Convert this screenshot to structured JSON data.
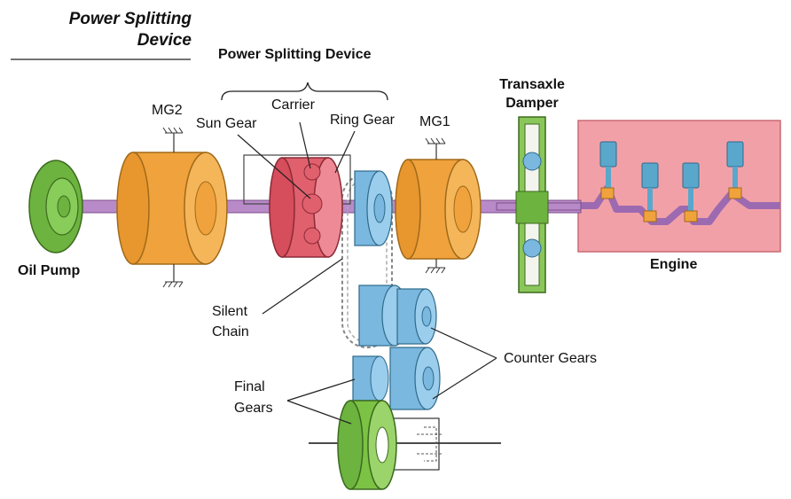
{
  "header": {
    "line1": "Power Splitting",
    "line2": "Device"
  },
  "labels": {
    "top_title": "Power Splitting Device",
    "mg2": "MG2",
    "sun_gear": "Sun Gear",
    "carrier": "Carrier",
    "ring_gear": "Ring Gear",
    "mg1": "MG1",
    "transaxle_damper_1": "Transaxle",
    "transaxle_damper_2": "Damper",
    "oil_pump": "Oil Pump",
    "engine": "Engine",
    "silent_chain_1": "Silent",
    "silent_chain_2": "Chain",
    "counter_gears": "Counter Gears",
    "final_gears_1": "Final",
    "final_gears_2": "Gears"
  },
  "colors": {
    "oil_pump": "#6db33f",
    "motor": "#f0a23c",
    "shaft": "#b98ac8",
    "planetary": "#e0606e",
    "gear_blue": "#7ab8e0",
    "engine_block": "#f2a0a8",
    "piston": "#5aa7cc",
    "crank_pin": "#f0a23c",
    "final_gear": "#7cc244"
  }
}
